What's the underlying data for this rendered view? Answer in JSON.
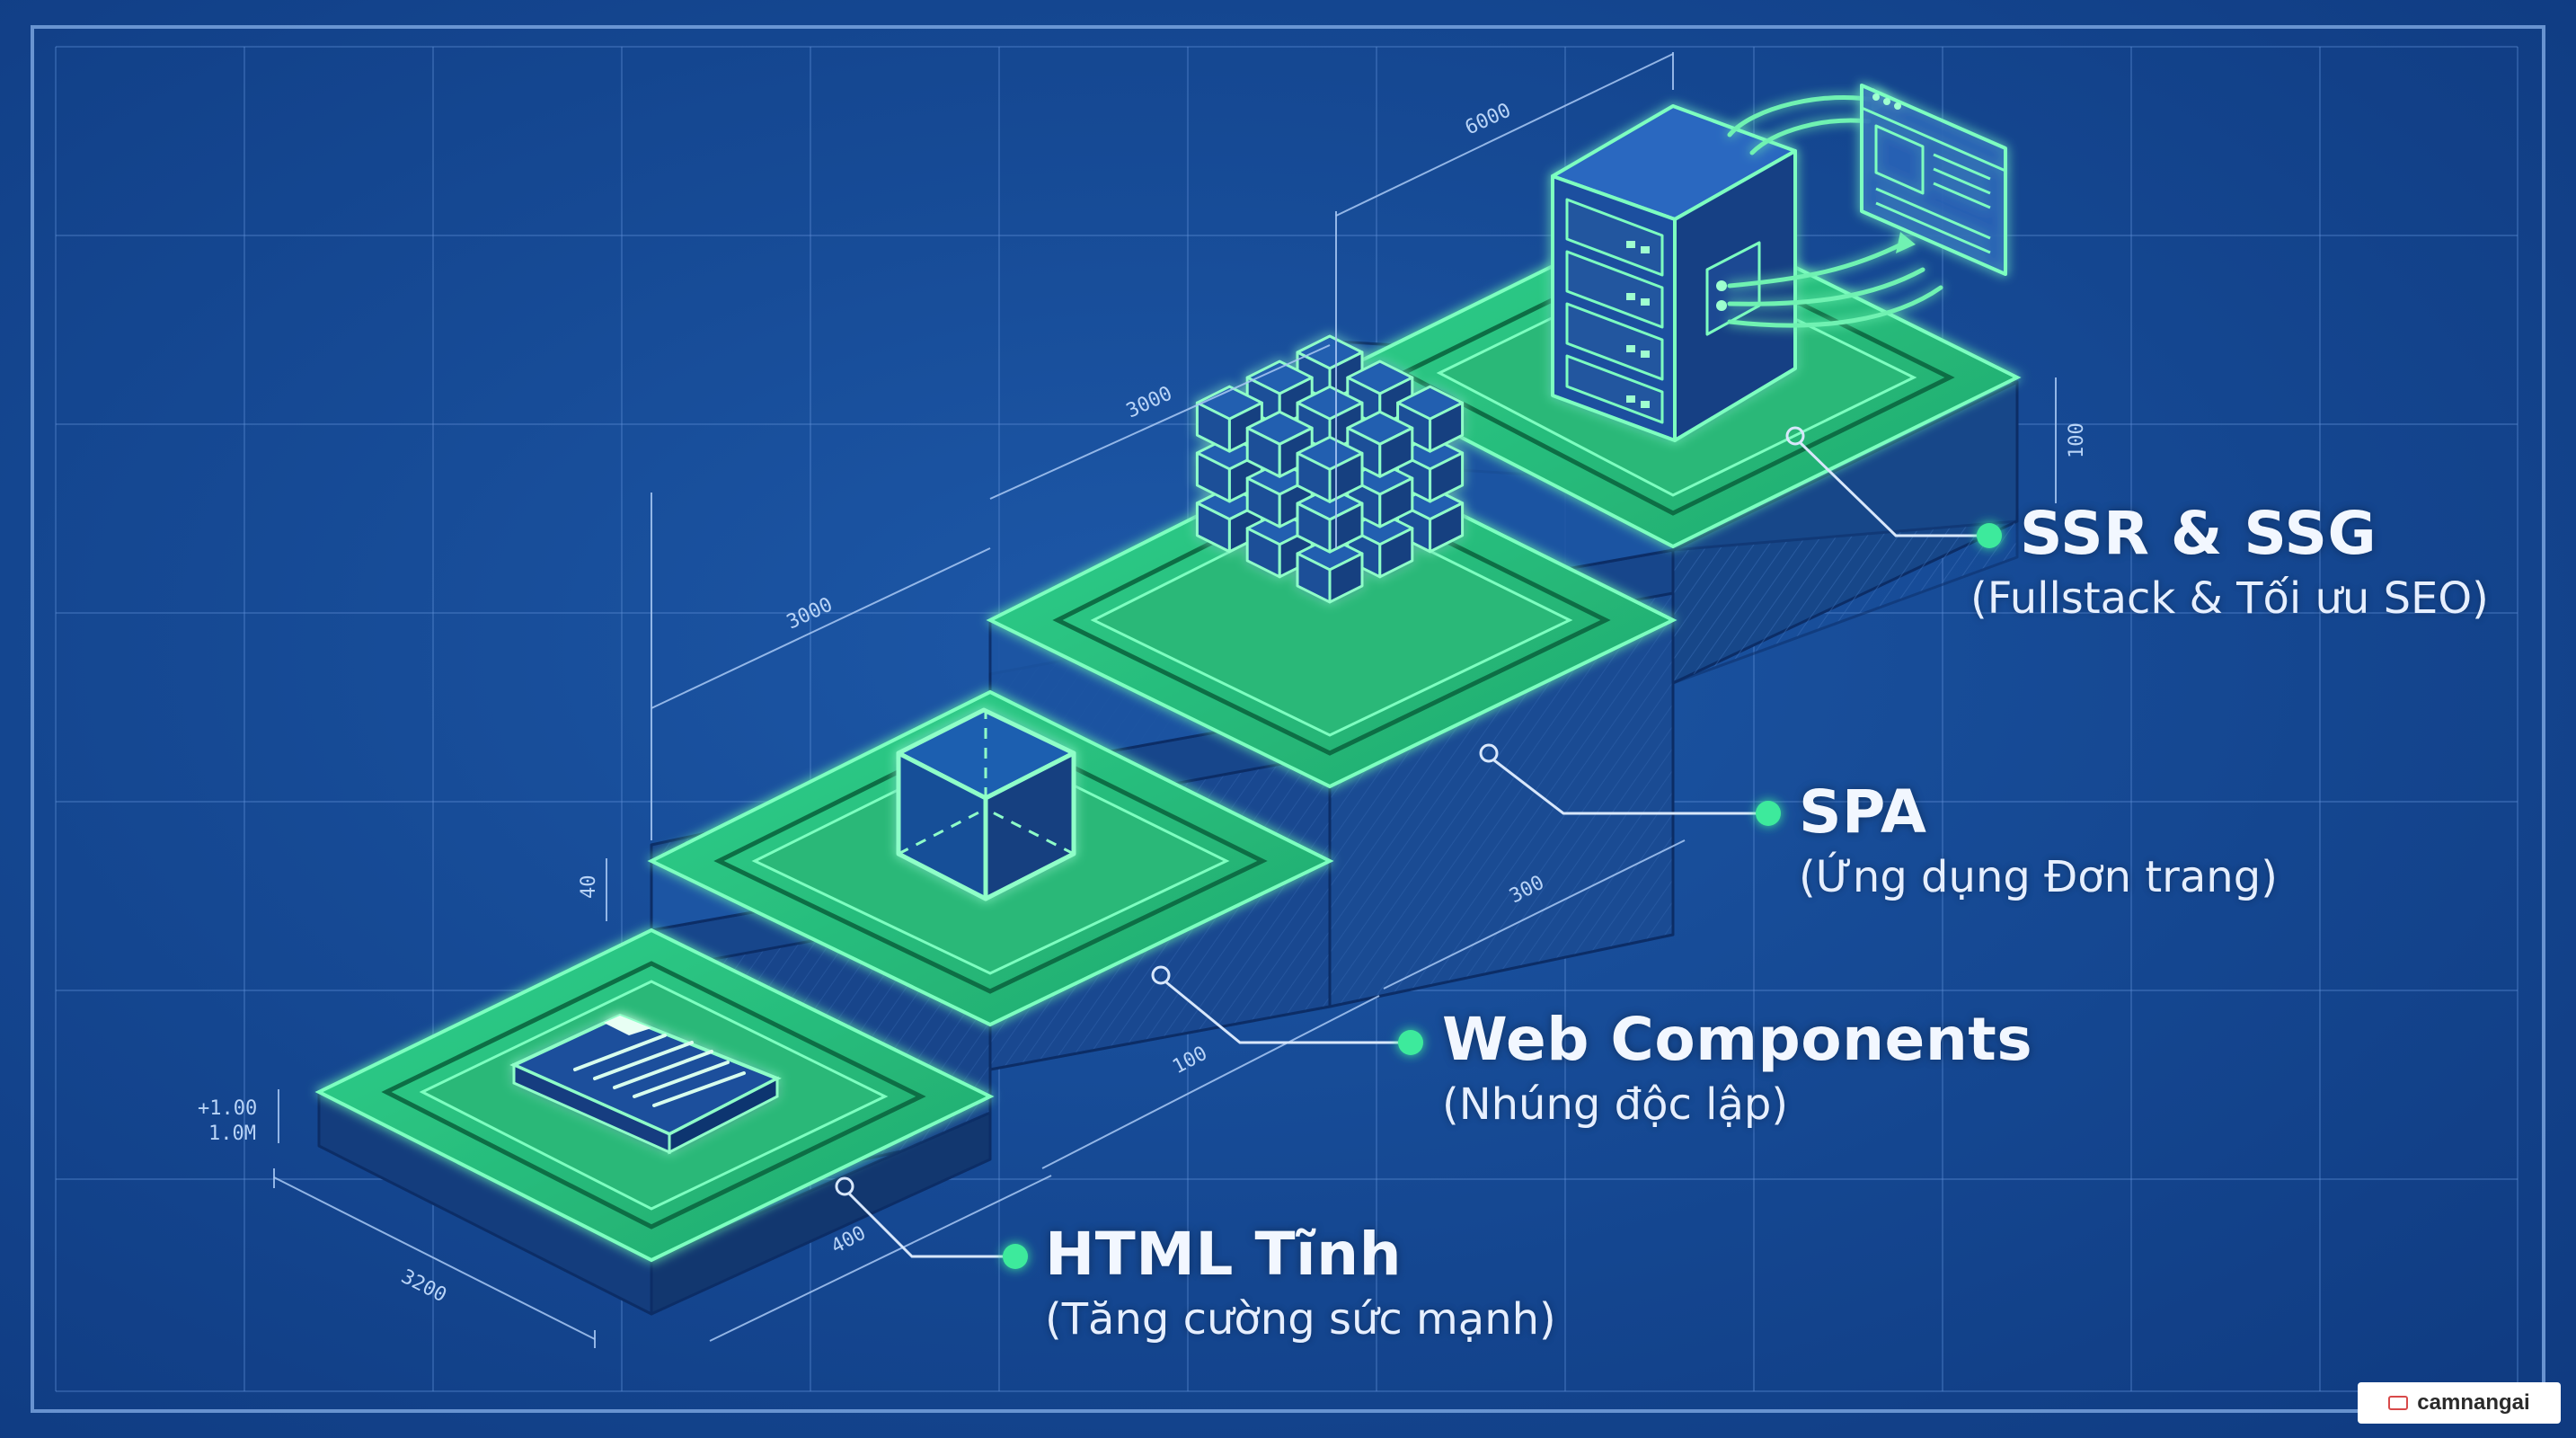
{
  "colors": {
    "background": "#1a4f9c",
    "grid": "#6f9fe0",
    "platform": "#2ecf86",
    "glow": "#58f0a8",
    "label_text": "#f2f7ff"
  },
  "steps": [
    {
      "title": "HTML Tĩnh",
      "subtitle": "(Tăng cường sức mạnh)",
      "icon": "document-icon"
    },
    {
      "title": "Web Components",
      "subtitle": "(Nhúng độc lập)",
      "icon": "cube-icon"
    },
    {
      "title": "SPA",
      "subtitle": "(Ứng dụng Đơn trang)",
      "icon": "cube-cluster-icon"
    },
    {
      "title": "SSR & SSG",
      "subtitle": "(Fullstack & Tối ưu SEO)",
      "icon": "server-browser-icon"
    }
  ],
  "dimensions": {
    "base_width": "3200",
    "base_offset": "+1.00",
    "base_height": "1.0M",
    "step_rise": "40",
    "run_1": "3000",
    "run_2": "3000",
    "run_3": "6000",
    "top_height": "100",
    "seg_1": "400",
    "seg_2": "100",
    "seg_3": "300"
  },
  "watermark": "camnangai"
}
